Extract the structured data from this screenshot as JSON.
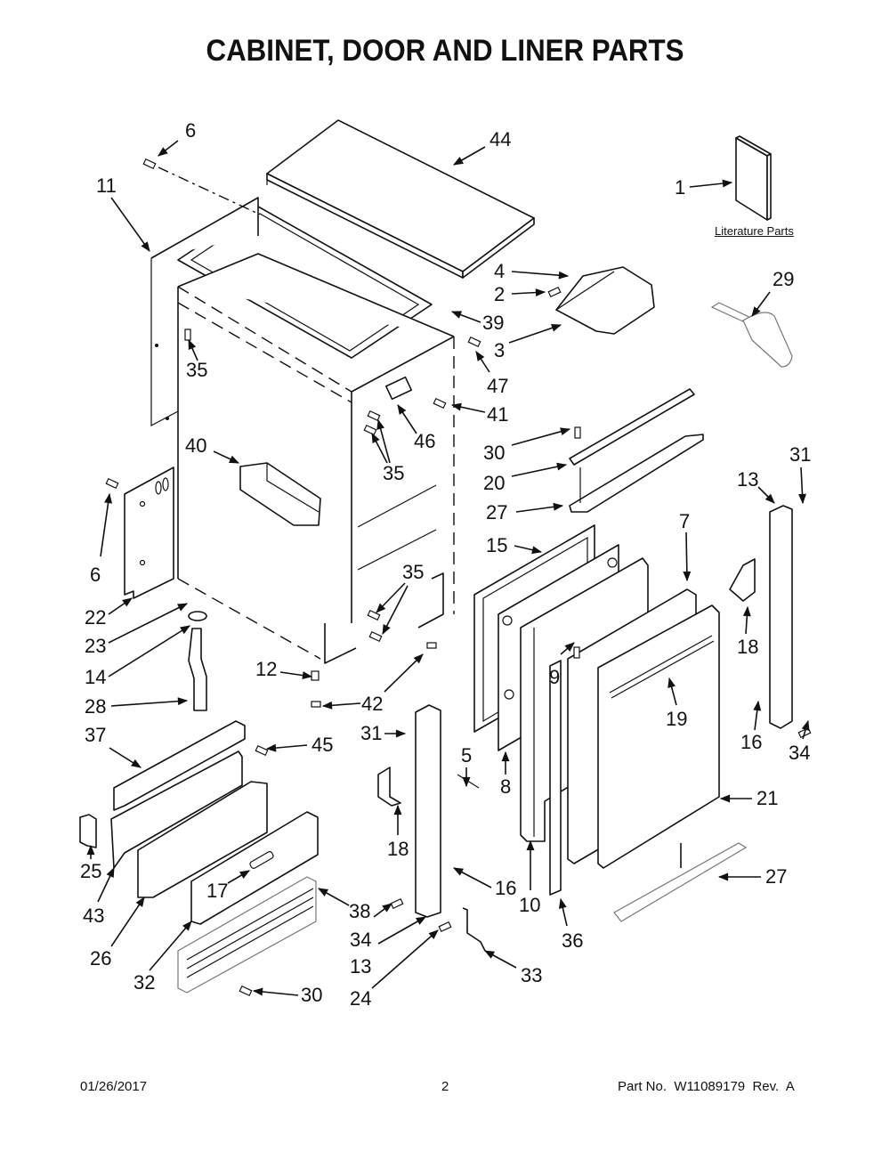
{
  "page": {
    "title": "CABINET, DOOR AND LINER PARTS",
    "literature_label": "Literature Parts",
    "footer": {
      "date": "01/26/2017",
      "page_number": "2",
      "part_info": "Part No.  W11089179  Rev.  A"
    }
  },
  "callouts": [
    {
      "id": "c6a",
      "number": "6"
    },
    {
      "id": "c44",
      "number": "44"
    },
    {
      "id": "c1",
      "number": "1"
    },
    {
      "id": "c11",
      "number": "11"
    },
    {
      "id": "c4",
      "number": "4"
    },
    {
      "id": "c2",
      "number": "2"
    },
    {
      "id": "c29",
      "number": "29"
    },
    {
      "id": "c39",
      "number": "39"
    },
    {
      "id": "c3",
      "number": "3"
    },
    {
      "id": "c35a",
      "number": "35"
    },
    {
      "id": "c47",
      "number": "47"
    },
    {
      "id": "c41",
      "number": "41"
    },
    {
      "id": "c46",
      "number": "46"
    },
    {
      "id": "c30a",
      "number": "30"
    },
    {
      "id": "c40",
      "number": "40"
    },
    {
      "id": "c35b",
      "number": "35"
    },
    {
      "id": "c31a",
      "number": "31"
    },
    {
      "id": "c20",
      "number": "20"
    },
    {
      "id": "c13a",
      "number": "13"
    },
    {
      "id": "c27a",
      "number": "27"
    },
    {
      "id": "c7",
      "number": "7"
    },
    {
      "id": "c15",
      "number": "15"
    },
    {
      "id": "c6b",
      "number": "6"
    },
    {
      "id": "c35c",
      "number": "35"
    },
    {
      "id": "c22",
      "number": "22"
    },
    {
      "id": "c18a",
      "number": "18"
    },
    {
      "id": "c23",
      "number": "23"
    },
    {
      "id": "c14",
      "number": "14"
    },
    {
      "id": "c12",
      "number": "12"
    },
    {
      "id": "c9",
      "number": "9"
    },
    {
      "id": "c19",
      "number": "19"
    },
    {
      "id": "c28",
      "number": "28"
    },
    {
      "id": "c42",
      "number": "42"
    },
    {
      "id": "c16a",
      "number": "16"
    },
    {
      "id": "c34a",
      "number": "34"
    },
    {
      "id": "c37",
      "number": "37"
    },
    {
      "id": "c31b",
      "number": "31"
    },
    {
      "id": "c45",
      "number": "45"
    },
    {
      "id": "c5",
      "number": "5"
    },
    {
      "id": "c8",
      "number": "8"
    },
    {
      "id": "c21",
      "number": "21"
    },
    {
      "id": "c18b",
      "number": "18"
    },
    {
      "id": "c25",
      "number": "25"
    },
    {
      "id": "c17",
      "number": "17"
    },
    {
      "id": "c16b",
      "number": "16"
    },
    {
      "id": "c27b",
      "number": "27"
    },
    {
      "id": "c43",
      "number": "43"
    },
    {
      "id": "c38",
      "number": "38"
    },
    {
      "id": "c10",
      "number": "10"
    },
    {
      "id": "c26",
      "number": "26"
    },
    {
      "id": "c34b",
      "number": "34"
    },
    {
      "id": "c36",
      "number": "36"
    },
    {
      "id": "c32",
      "number": "32"
    },
    {
      "id": "c13b",
      "number": "13"
    },
    {
      "id": "c33",
      "number": "33"
    },
    {
      "id": "c30b",
      "number": "30"
    },
    {
      "id": "c24",
      "number": "24"
    }
  ]
}
